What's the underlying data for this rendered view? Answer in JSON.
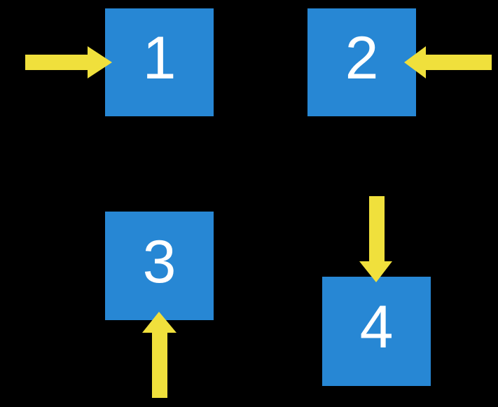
{
  "scene": {
    "description": "Four numbered blue boxes on a black background, each pointed at by a yellow arrow from a different side",
    "background": "#000000"
  },
  "colors": {
    "box_fill": "#2787D4",
    "box_text": "#FFFFFF",
    "arrow_fill": "#F0E03C"
  },
  "boxes": [
    {
      "label": "1"
    },
    {
      "label": "2"
    },
    {
      "label": "3"
    },
    {
      "label": "4"
    }
  ],
  "arrows": [
    {
      "name": "right-arrow-icon",
      "direction": "right",
      "points_at_box": "1"
    },
    {
      "name": "left-arrow-icon",
      "direction": "left",
      "points_at_box": "2"
    },
    {
      "name": "up-arrow-icon",
      "direction": "up",
      "points_at_box": "3"
    },
    {
      "name": "down-arrow-icon",
      "direction": "down",
      "points_at_box": "4"
    }
  ]
}
